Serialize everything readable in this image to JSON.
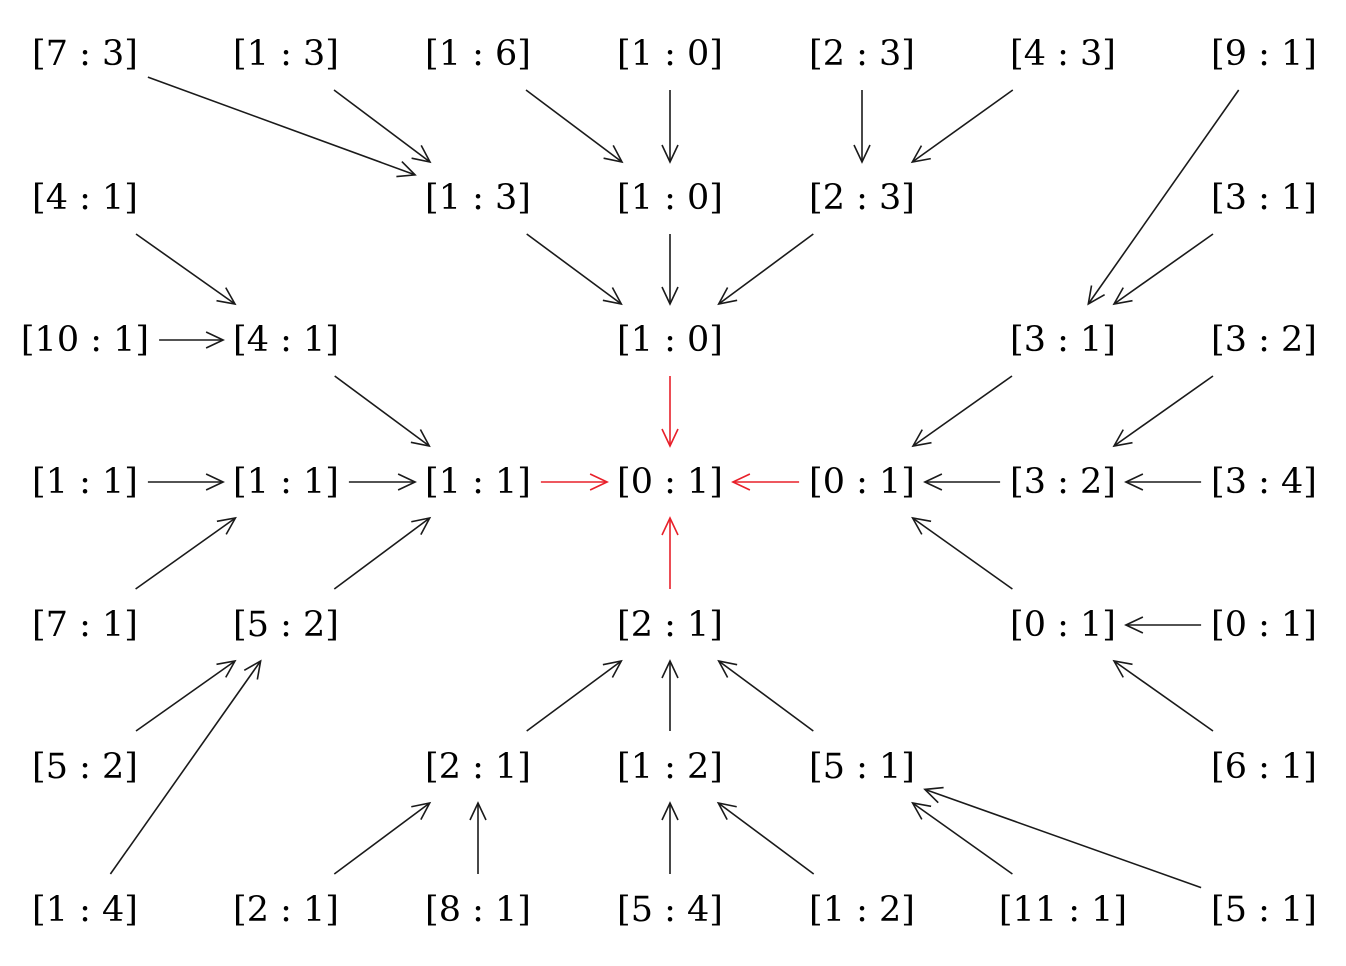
{
  "colors": {
    "edge": "#1a1a1a",
    "highlight": "#e8202a"
  },
  "nodes": [
    {
      "id": "r0c0",
      "label": "[7 : 3]"
    },
    {
      "id": "r0c1",
      "label": "[1 : 3]"
    },
    {
      "id": "r0c2",
      "label": "[1 : 6]"
    },
    {
      "id": "r0c3",
      "label": "[1 : 0]"
    },
    {
      "id": "r0c4",
      "label": "[2 : 3]"
    },
    {
      "id": "r0c5",
      "label": "[4 : 3]"
    },
    {
      "id": "r0c6",
      "label": "[9 : 1]"
    },
    {
      "id": "r1c0",
      "label": "[4 : 1]"
    },
    {
      "id": "r1c2",
      "label": "[1 : 3]"
    },
    {
      "id": "r1c3",
      "label": "[1 : 0]"
    },
    {
      "id": "r1c4",
      "label": "[2 : 3]"
    },
    {
      "id": "r1c6",
      "label": "[3 : 1]"
    },
    {
      "id": "r2c0",
      "label": "[10 : 1]"
    },
    {
      "id": "r2c1",
      "label": "[4 : 1]"
    },
    {
      "id": "r2c3",
      "label": "[1 : 0]"
    },
    {
      "id": "r2c5",
      "label": "[3 : 1]"
    },
    {
      "id": "r2c6",
      "label": "[3 : 2]"
    },
    {
      "id": "r3c0",
      "label": "[1 : 1]"
    },
    {
      "id": "r3c1",
      "label": "[1 : 1]"
    },
    {
      "id": "r3c2",
      "label": "[1 : 1]"
    },
    {
      "id": "r3c3",
      "label": "[0 : 1]"
    },
    {
      "id": "r3c4",
      "label": "[0 : 1]"
    },
    {
      "id": "r3c5",
      "label": "[3 : 2]"
    },
    {
      "id": "r3c6",
      "label": "[3 : 4]"
    },
    {
      "id": "r4c0",
      "label": "[7 : 1]"
    },
    {
      "id": "r4c1",
      "label": "[5 : 2]"
    },
    {
      "id": "r4c3",
      "label": "[2 : 1]"
    },
    {
      "id": "r4c5",
      "label": "[0 : 1]"
    },
    {
      "id": "r4c6",
      "label": "[0 : 1]"
    },
    {
      "id": "r5c0",
      "label": "[5 : 2]"
    },
    {
      "id": "r5c2",
      "label": "[2 : 1]"
    },
    {
      "id": "r5c3",
      "label": "[1 : 2]"
    },
    {
      "id": "r5c4",
      "label": "[5 : 1]"
    },
    {
      "id": "r5c6",
      "label": "[6 : 1]"
    },
    {
      "id": "r6c0",
      "label": "[1 : 4]"
    },
    {
      "id": "r6c1",
      "label": "[2 : 1]"
    },
    {
      "id": "r6c2",
      "label": "[8 : 1]"
    },
    {
      "id": "r6c3",
      "label": "[5 : 4]"
    },
    {
      "id": "r6c4",
      "label": "[1 : 2]"
    },
    {
      "id": "r6c5",
      "label": "[11 : 1]"
    },
    {
      "id": "r6c6",
      "label": "[5 : 1]"
    }
  ],
  "edges": [
    {
      "from": "r0c0",
      "to": "r1c2",
      "highlight": false
    },
    {
      "from": "r0c1",
      "to": "r1c2",
      "highlight": false
    },
    {
      "from": "r0c2",
      "to": "r1c3",
      "highlight": false
    },
    {
      "from": "r0c3",
      "to": "r1c3",
      "highlight": false
    },
    {
      "from": "r0c4",
      "to": "r1c4",
      "highlight": false
    },
    {
      "from": "r0c5",
      "to": "r1c4",
      "highlight": false
    },
    {
      "from": "r0c6",
      "to": "r2c5",
      "highlight": false
    },
    {
      "from": "r1c0",
      "to": "r2c1",
      "highlight": false
    },
    {
      "from": "r1c2",
      "to": "r2c3",
      "highlight": false
    },
    {
      "from": "r1c3",
      "to": "r2c3",
      "highlight": false
    },
    {
      "from": "r1c4",
      "to": "r2c3",
      "highlight": false
    },
    {
      "from": "r1c6",
      "to": "r2c5",
      "highlight": false
    },
    {
      "from": "r2c0",
      "to": "r2c1",
      "highlight": false
    },
    {
      "from": "r2c1",
      "to": "r3c2",
      "highlight": false
    },
    {
      "from": "r2c3",
      "to": "r3c3",
      "highlight": true
    },
    {
      "from": "r2c5",
      "to": "r3c4",
      "highlight": false
    },
    {
      "from": "r2c6",
      "to": "r3c5",
      "highlight": false
    },
    {
      "from": "r3c0",
      "to": "r3c1",
      "highlight": false
    },
    {
      "from": "r3c1",
      "to": "r3c2",
      "highlight": false
    },
    {
      "from": "r3c2",
      "to": "r3c3",
      "highlight": true
    },
    {
      "from": "r3c4",
      "to": "r3c3",
      "highlight": true
    },
    {
      "from": "r3c5",
      "to": "r3c4",
      "highlight": false
    },
    {
      "from": "r3c6",
      "to": "r3c5",
      "highlight": false
    },
    {
      "from": "r4c0",
      "to": "r3c1",
      "highlight": false
    },
    {
      "from": "r4c1",
      "to": "r3c2",
      "highlight": false
    },
    {
      "from": "r4c3",
      "to": "r3c3",
      "highlight": true
    },
    {
      "from": "r4c5",
      "to": "r3c4",
      "highlight": false
    },
    {
      "from": "r4c6",
      "to": "r4c5",
      "highlight": false
    },
    {
      "from": "r5c0",
      "to": "r4c1",
      "highlight": false
    },
    {
      "from": "r6c0",
      "to": "r4c1",
      "highlight": false
    },
    {
      "from": "r5c2",
      "to": "r4c3",
      "highlight": false
    },
    {
      "from": "r5c3",
      "to": "r4c3",
      "highlight": false
    },
    {
      "from": "r5c4",
      "to": "r4c3",
      "highlight": false
    },
    {
      "from": "r5c6",
      "to": "r4c5",
      "highlight": false
    },
    {
      "from": "r6c1",
      "to": "r5c2",
      "highlight": false
    },
    {
      "from": "r6c2",
      "to": "r5c2",
      "highlight": false
    },
    {
      "from": "r6c3",
      "to": "r5c3",
      "highlight": false
    },
    {
      "from": "r6c4",
      "to": "r5c3",
      "highlight": false
    },
    {
      "from": "r6c5",
      "to": "r5c4",
      "highlight": false
    },
    {
      "from": "r6c6",
      "to": "r5c4",
      "highlight": false
    }
  ]
}
